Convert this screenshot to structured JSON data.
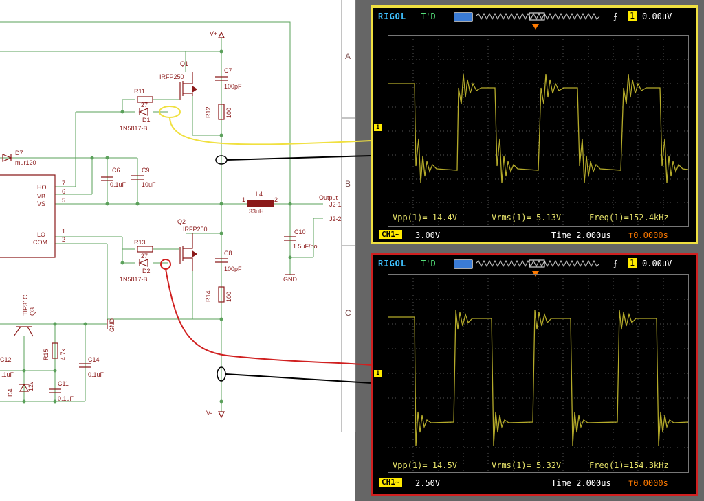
{
  "sheet": {
    "zone_letters": [
      "A",
      "B",
      "C"
    ]
  },
  "schematic": {
    "labels": {
      "vplus": "V+",
      "vminus": "V-",
      "q1": "Q1",
      "q1_part": "IRFP250",
      "q2": "Q2",
      "q2_part": "IRFP250",
      "r11": "R11",
      "r11_val": "27",
      "r13": "R13",
      "r13_val": "27",
      "d1": "D1",
      "d1_part": "1N5817-B",
      "d2": "D2",
      "d2_part": "1N5817-B",
      "c7": "C7",
      "c7_val": "100pF",
      "c8": "C8",
      "c8_val": "100pF",
      "r12": "R12",
      "r12_val": "100",
      "r14": "R14",
      "r14_val": "100",
      "d7": "D7",
      "d7_part": "mur120",
      "c6": "C6",
      "c6_val": "0.1uF",
      "c9": "C9",
      "c9_val": "10uF",
      "ho": "HO",
      "vb": "VB",
      "vs": "VS",
      "lo": "LO",
      "com": "COM",
      "pin7": "7",
      "pin6": "6",
      "pin5": "5",
      "pin1": "1",
      "pin2": "2",
      "l4": "L4",
      "l4_val": "33uH",
      "l4_pin1": "1",
      "l4_pin2": "2",
      "output": "Output",
      "j21": "J2-1",
      "j22": "J2-2",
      "c10": "C10",
      "c10_val": "1.5uF/pol",
      "gnd": "GND",
      "gnd2": "GND",
      "q3": "Q3",
      "q3_part": "TIP31C",
      "r15": "R15",
      "r15_val": "4.7k",
      "c12": "C12",
      "c12_val": ".1uF",
      "c14": "C14",
      "c14_val": "0.1uF",
      "c11": "C11",
      "c11_val": "0.1uF",
      "d4": "D4",
      "d4_val": "12v"
    }
  },
  "scope_top": {
    "brand": "RIGOL",
    "trig_mode": "T'D",
    "trig_level": "0.00uV",
    "trig_channel": "1",
    "vpp": "Vpp(1)= 14.4V",
    "vrms": "Vrms(1)= 5.13V",
    "freq": "Freq(1)=152.4kHz",
    "channel_tag": "CH1",
    "channel_coupling": "~",
    "volts_div": "3.00V",
    "time_div": "Time 2.000us",
    "trig_offset": "0.0000s",
    "marker": "1",
    "border_color": "#f0e040"
  },
  "scope_bottom": {
    "brand": "RIGOL",
    "trig_mode": "T'D",
    "trig_level": "0.00uV",
    "trig_channel": "1",
    "vpp": "Vpp(1)= 14.5V",
    "vrms": "Vrms(1)= 5.32V",
    "freq": "Freq(1)=154.3kHz",
    "channel_tag": "CH1",
    "channel_coupling": "~",
    "volts_div": "2.50V",
    "time_div": "Time 2.000us",
    "trig_offset": "0.0000s",
    "marker": "1",
    "border_color": "#d02020"
  },
  "colors": {
    "wire": "#5aa05a",
    "component": "#8b1a1a",
    "trace": "#b5ab2a",
    "highlight_top": "#f0e040",
    "highlight_bottom": "#d02020"
  }
}
